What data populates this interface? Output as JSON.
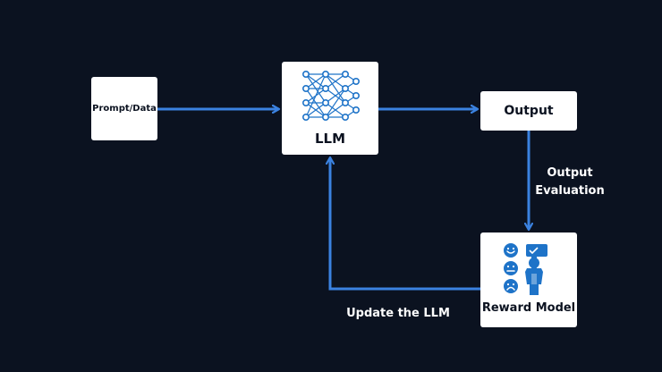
{
  "nodes": {
    "prompt": "Prompt/Data",
    "llm": "LLM",
    "output": "Output",
    "reward_model": "Reward Model"
  },
  "edges": {
    "output_evaluation": "Output Evaluation",
    "update_llm": "Update the LLM"
  },
  "colors": {
    "background": "#0b1220",
    "arrow": "#3b82e0",
    "box": "#ffffff",
    "icon": "#1e73c8"
  },
  "icons": {
    "llm": "neural-network-icon",
    "reward_model": "feedback-rating-icon"
  }
}
